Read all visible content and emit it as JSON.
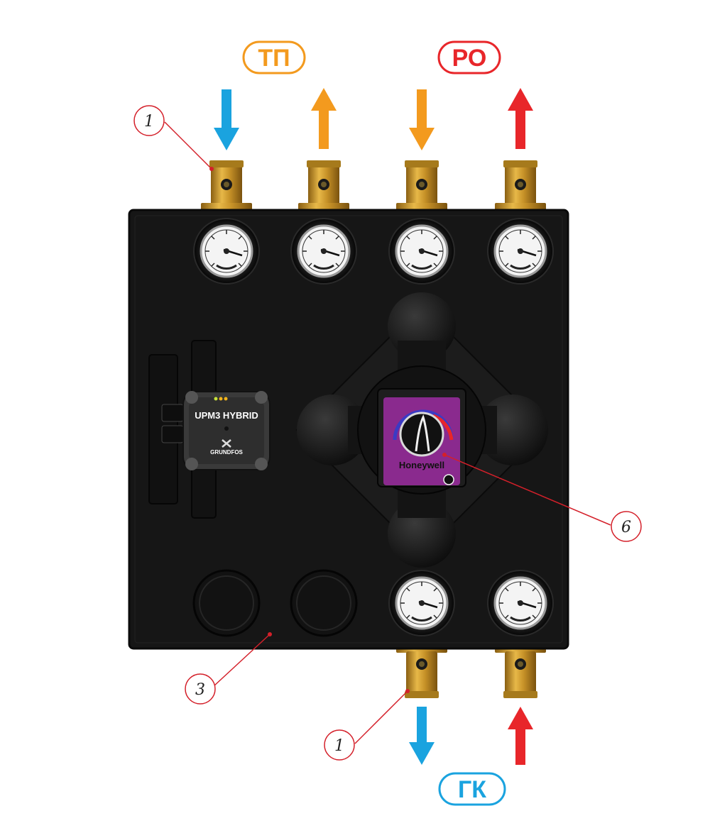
{
  "labels": {
    "tp": "ТП",
    "ro": "РО",
    "gk": "ГК"
  },
  "callouts": {
    "c1_top": "1",
    "c1_bottom": "1",
    "c3": "3",
    "c6": "6"
  },
  "pump": {
    "model": "UPM3 HYBRID",
    "brand": "GRUNDFOS"
  },
  "valve_brand": "Honeywell",
  "colors": {
    "cold_arrow": "#1aa3df",
    "warm_arrow": "#f39a1e",
    "hot_arrow": "#e8262a",
    "tp_label": "#f39a1e",
    "ro_label": "#e8262a",
    "gk_label": "#1aa3df",
    "leader_line": "#d4202a",
    "insulation": "#161616",
    "brass": "#c9962a",
    "valve_face": "#8a2a8e"
  }
}
